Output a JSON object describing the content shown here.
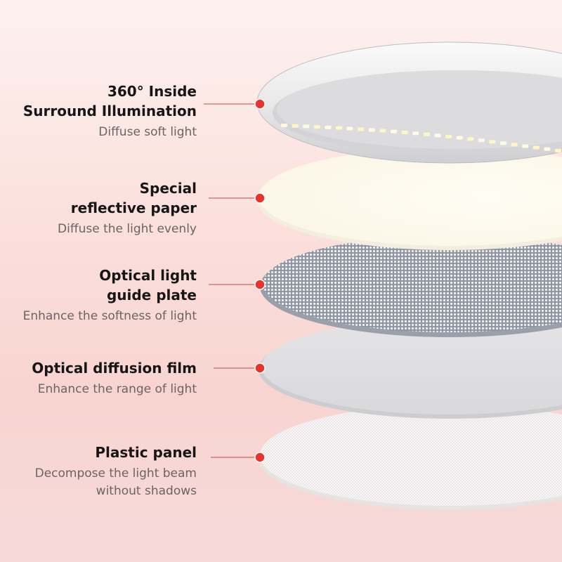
{
  "layers": [
    {
      "title_lines": [
        "360° Inside",
        "Surround Illumination"
      ],
      "sub_lines": [
        "Diffuse soft light"
      ]
    },
    {
      "title_lines": [
        "Special",
        "reflective paper"
      ],
      "sub_lines": [
        "Diffuse the light evenly"
      ]
    },
    {
      "title_lines": [
        "Optical light",
        "guide plate"
      ],
      "sub_lines": [
        "Enhance the softness of light"
      ]
    },
    {
      "title_lines": [
        "Optical diffusion film"
      ],
      "sub_lines": [
        "Enhance the range of light"
      ]
    },
    {
      "title_lines": [
        "Plastic panel"
      ],
      "sub_lines": [
        "Decompose the light beam",
        "without shadows"
      ]
    }
  ],
  "colors": {
    "marker": "#e8342c",
    "leader": "#c96a66",
    "title_text": "#161616",
    "sub_text": "#6a6464"
  },
  "icons": {
    "marker": "red-dot-marker"
  }
}
